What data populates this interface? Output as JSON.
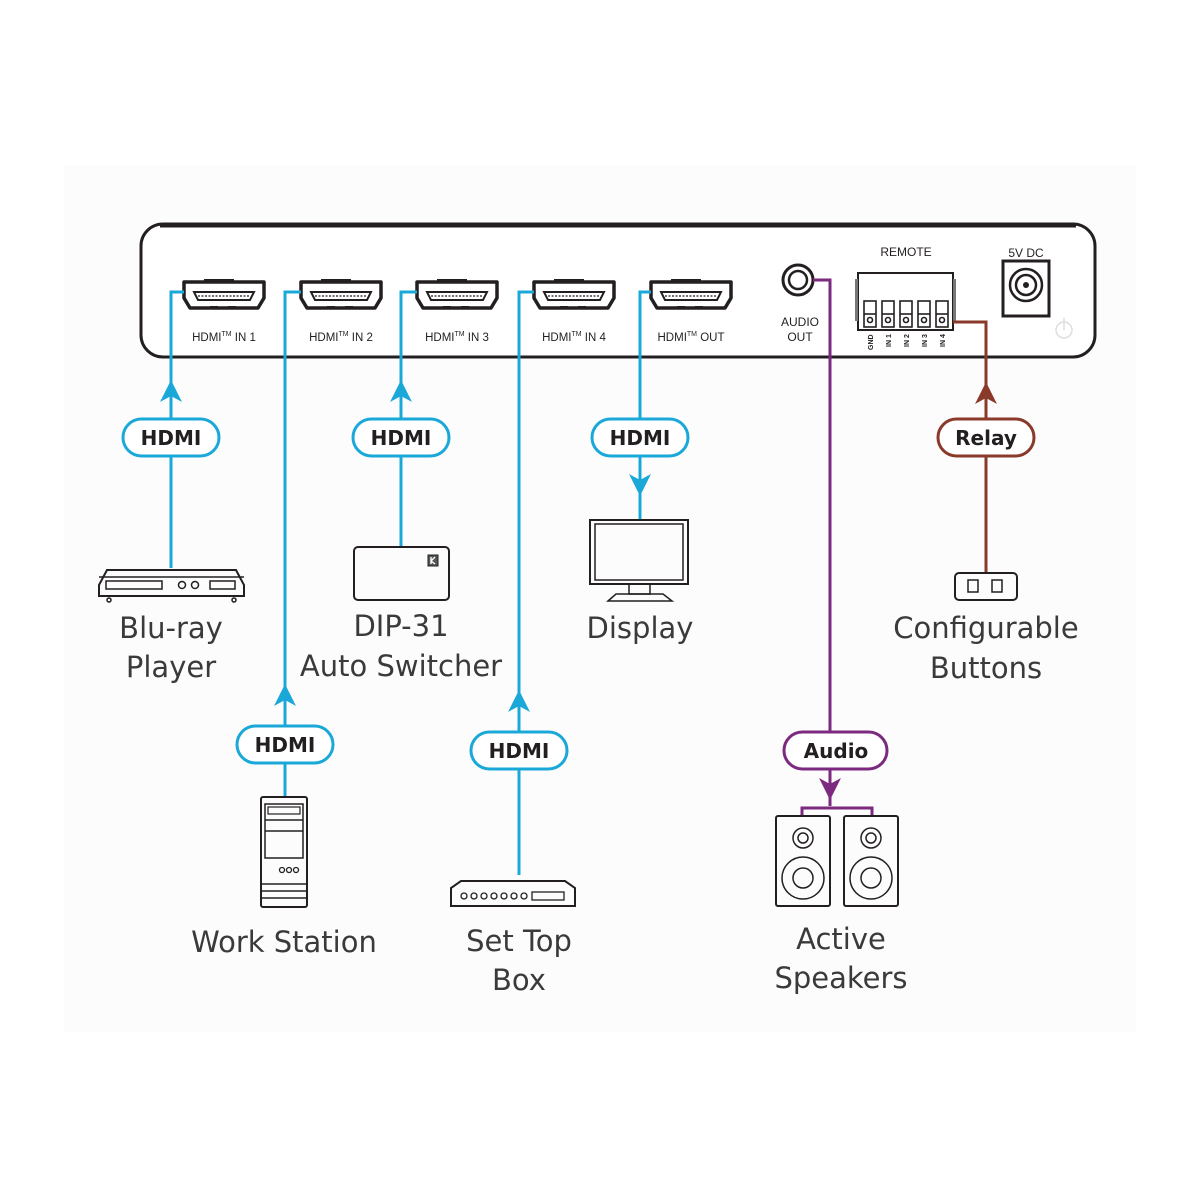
{
  "colors": {
    "hdmi": "#1aa8d8",
    "audio": "#7b2a80",
    "relay": "#8a3a2a",
    "outline": "#231f20",
    "text": "#3a3a3a"
  },
  "device": {
    "ports": [
      {
        "id": "in1",
        "label": "HDMI",
        "tm": "TM",
        "suffix": " IN 1"
      },
      {
        "id": "in2",
        "label": "HDMI",
        "tm": "TM",
        "suffix": " IN 2"
      },
      {
        "id": "in3",
        "label": "HDMI",
        "tm": "TM",
        "suffix": " IN 3"
      },
      {
        "id": "in4",
        "label": "HDMI",
        "tm": "TM",
        "suffix": " IN 4"
      },
      {
        "id": "out",
        "label": "HDMI",
        "tm": "TM",
        "suffix": " OUT"
      }
    ],
    "audio_out": {
      "line1": "AUDIO",
      "line2": "OUT"
    },
    "remote": {
      "label": "REMOTE",
      "pins": [
        "GND",
        "IN 1",
        "IN 2",
        "IN 3",
        "IN 4"
      ]
    },
    "power": {
      "label": "5V DC"
    }
  },
  "connections": [
    {
      "id": "bluray",
      "signal": "HDMI",
      "direction": "to-device"
    },
    {
      "id": "workstation",
      "signal": "HDMI",
      "direction": "to-device"
    },
    {
      "id": "dip31",
      "signal": "HDMI",
      "direction": "to-device"
    },
    {
      "id": "settop",
      "signal": "HDMI",
      "direction": "to-device"
    },
    {
      "id": "display",
      "signal": "HDMI",
      "direction": "from-device"
    },
    {
      "id": "speakers",
      "signal": "Audio",
      "direction": "from-device"
    },
    {
      "id": "buttons",
      "signal": "Relay",
      "direction": "to-device"
    }
  ],
  "devices": {
    "bluray": {
      "line1": "Blu-ray",
      "line2": "Player",
      "icon": "bluray-player-icon"
    },
    "workstation": {
      "line1": "Work Station",
      "icon": "workstation-tower-icon"
    },
    "dip31": {
      "line1": "DIP-31",
      "line2": "Auto Switcher",
      "icon": "auto-switcher-icon"
    },
    "settop": {
      "line1": "Set Top",
      "line2": "Box",
      "icon": "set-top-box-icon"
    },
    "display": {
      "line1": "Display",
      "icon": "monitor-icon"
    },
    "speakers": {
      "line1": "Active",
      "line2": "Speakers",
      "icon": "speakers-icon"
    },
    "buttons": {
      "line1": "Configurable",
      "line2": "Buttons",
      "icon": "buttons-icon"
    }
  }
}
